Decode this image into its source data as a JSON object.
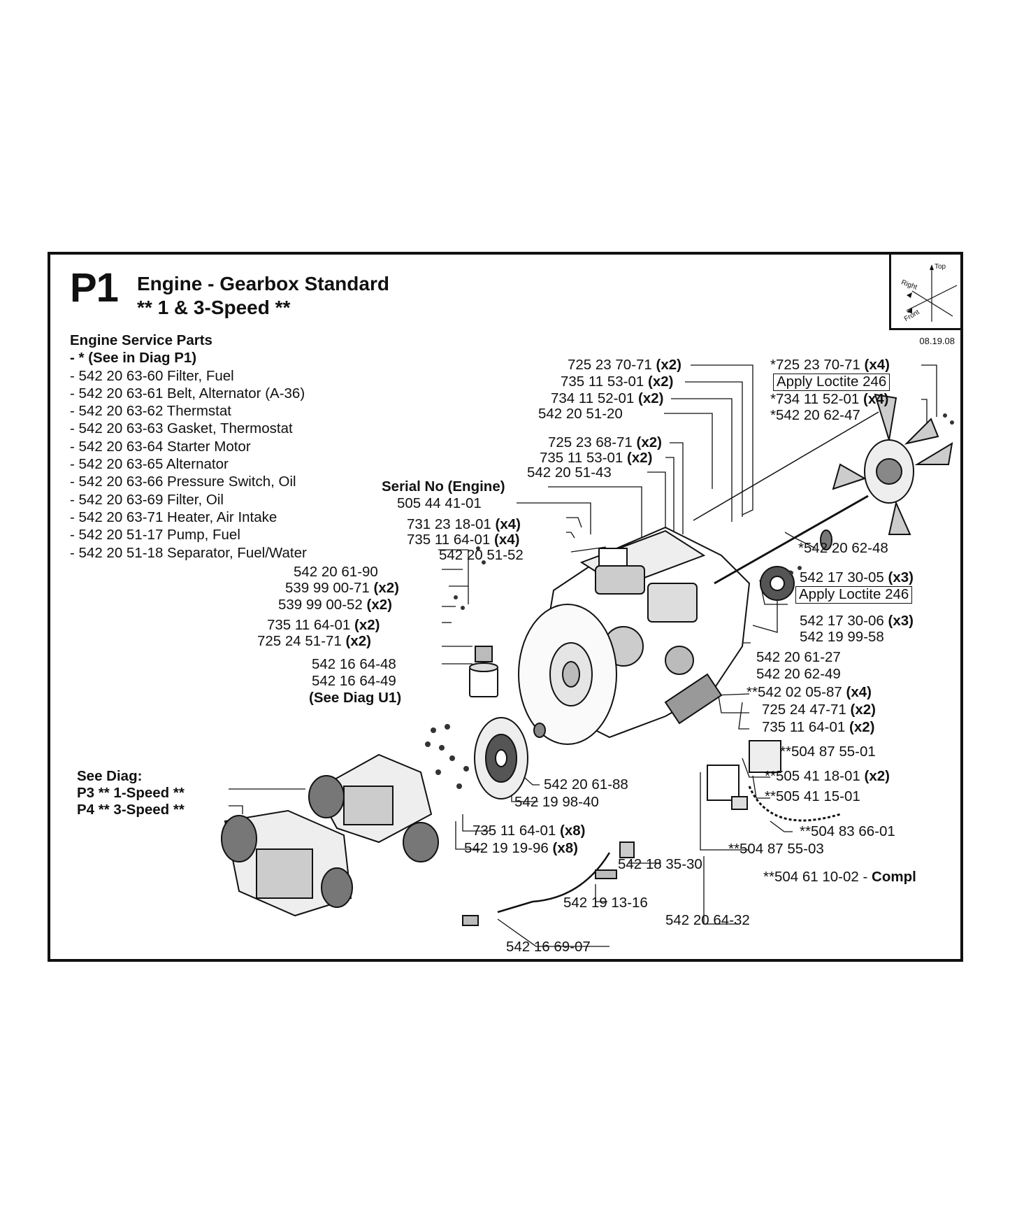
{
  "header": {
    "page_code": "P1",
    "title": "Engine - Gearbox Standard",
    "subtitle": "** 1 & 3-Speed **",
    "date": "08.19.08"
  },
  "orientation": {
    "top": "Top",
    "right": "Right",
    "front": "Front"
  },
  "service_parts": {
    "heading": "Engine Service Parts",
    "note": "- * (See in Diag P1)",
    "items": [
      "- 542 20 63-60 Filter, Fuel",
      "- 542 20 63-61 Belt, Alternator (A-36)",
      "- 542 20 63-62 Thermstat",
      "- 542 20 63-63 Gasket, Thermostat",
      "- 542 20 63-64 Starter Motor",
      "- 542 20 63-65 Alternator",
      "- 542 20 63-66 Pressure Switch, Oil",
      "- 542 20 63-69 Filter, Oil",
      "- 542 20 63-71 Heater, Air Intake",
      "- 542 20 51-17 Pump, Fuel",
      "- 542 20 51-18 Separator, Fuel/Water"
    ]
  },
  "see_diag": {
    "heading": "See Diag:",
    "p3": "P3 ** 1-Speed **",
    "p4": "P4 ** 3-Speed **"
  },
  "callouts": {
    "c01": {
      "num": "725 23 70-71",
      "qty": "(x2)"
    },
    "c02": {
      "num": "735 11 53-01",
      "qty": "(x2)"
    },
    "c03": {
      "num": "734 11 52-01",
      "qty": "(x2)"
    },
    "c04": {
      "num": "542 20 51-20",
      "qty": ""
    },
    "c05": {
      "num": "725 23 68-71",
      "qty": "(x2)"
    },
    "c06": {
      "num": "735 11 53-01",
      "qty": "(x2)"
    },
    "c07": {
      "num": "542 20 51-43",
      "qty": ""
    },
    "c08": {
      "num": "Serial No (Engine)",
      "qty": ""
    },
    "c09": {
      "num": "505 44 41-01",
      "qty": ""
    },
    "c10": {
      "num": "731 23 18-01",
      "qty": "(x4)"
    },
    "c11": {
      "num": "735 11 64-01",
      "qty": "(x4)"
    },
    "c12": {
      "num": "542 20 51-52",
      "qty": ""
    },
    "c13": {
      "num": "542 20 61-90",
      "qty": ""
    },
    "c14": {
      "num": "539 99 00-71",
      "qty": "(x2)"
    },
    "c15": {
      "num": "539 99 00-52",
      "qty": "(x2)"
    },
    "c16": {
      "num": "735 11 64-01",
      "qty": "(x2)"
    },
    "c17": {
      "num": "725 24 51-71",
      "qty": "(x2)"
    },
    "c18": {
      "num": "542 16 64-48",
      "qty": ""
    },
    "c19": {
      "num": "542 16 64-49",
      "qty": ""
    },
    "c20": {
      "num": "(See Diag U1)",
      "qty": ""
    },
    "c21": {
      "num": "*725 23 70-71",
      "qty": "(x4)"
    },
    "c22": {
      "num": "Apply Loctite 246",
      "qty": ""
    },
    "c23": {
      "num": "*734 11 52-01",
      "qty": "(x4)"
    },
    "c24": {
      "num": "*542 20 62-47",
      "qty": ""
    },
    "c25": {
      "num": "*542 20 62-48",
      "qty": ""
    },
    "c26": {
      "num": "542 17 30-05",
      "qty": "(x3)"
    },
    "c27": {
      "num": "Apply Loctite 246",
      "qty": ""
    },
    "c28": {
      "num": "542 17 30-06",
      "qty": "(x3)"
    },
    "c29": {
      "num": "542 19 99-58",
      "qty": ""
    },
    "c30": {
      "num": "542 20 61-27",
      "qty": ""
    },
    "c31": {
      "num": "542 20 62-49",
      "qty": ""
    },
    "c32": {
      "num": "**542 02 05-87",
      "qty": "(x4)"
    },
    "c33": {
      "num": "725 24 47-71",
      "qty": "(x2)"
    },
    "c34": {
      "num": "735 11 64-01",
      "qty": "(x2)"
    },
    "c35": {
      "num": "**504 87 55-01",
      "qty": ""
    },
    "c36": {
      "num": "**505 41 18-01",
      "qty": "(x2)"
    },
    "c37": {
      "num": "**505 41 15-01",
      "qty": ""
    },
    "c38": {
      "num": "**504 83 66-01",
      "qty": ""
    },
    "c39": {
      "num": "**504 87 55-03",
      "qty": ""
    },
    "c40": {
      "num": "**504 61 10-02 - ",
      "qty": "Compl"
    },
    "c41": {
      "num": "542 20 61-88",
      "qty": ""
    },
    "c42": {
      "num": "542 19 98-40",
      "qty": ""
    },
    "c43": {
      "num": "735 11 64-01",
      "qty": "(x8)"
    },
    "c44": {
      "num": "542 19 19-96",
      "qty": "(x8)"
    },
    "c45": {
      "num": "542 18 35-30",
      "qty": ""
    },
    "c46": {
      "num": "542 19 13-16",
      "qty": ""
    },
    "c47": {
      "num": "542 20 64-32",
      "qty": ""
    },
    "c48": {
      "num": "542 16 69-07",
      "qty": ""
    }
  }
}
